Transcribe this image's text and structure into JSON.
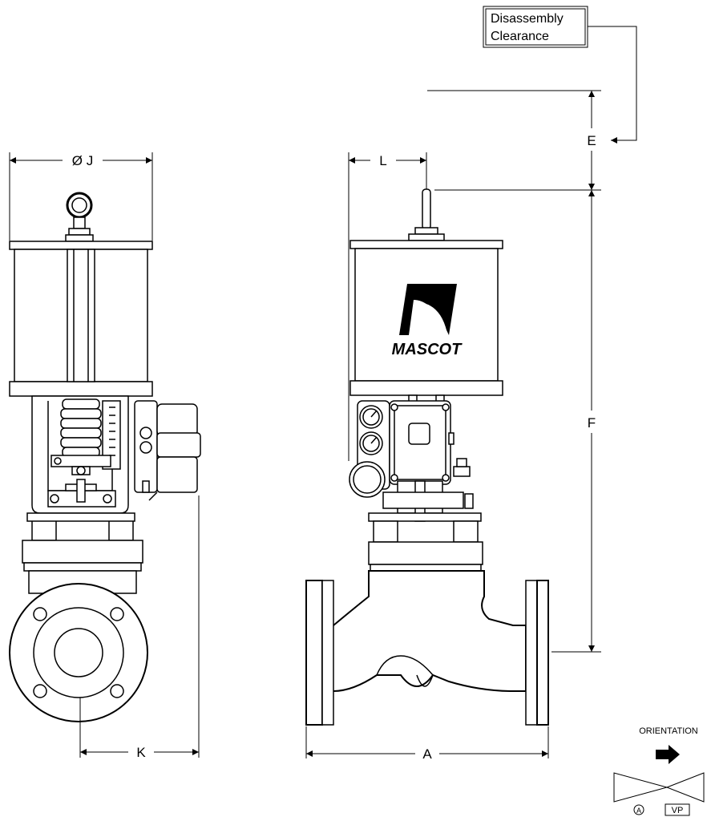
{
  "callout": {
    "line1": "Disassembly",
    "line2": "Clearance"
  },
  "dimensions": {
    "diameter_j": "Ø J",
    "l": "L",
    "e": "E",
    "f": "F",
    "k": "K",
    "a": "A"
  },
  "brand": {
    "name": "MASCOT"
  },
  "orientation": {
    "title": "ORIENTATION",
    "port_marker": "A",
    "vp_label": "VP"
  }
}
